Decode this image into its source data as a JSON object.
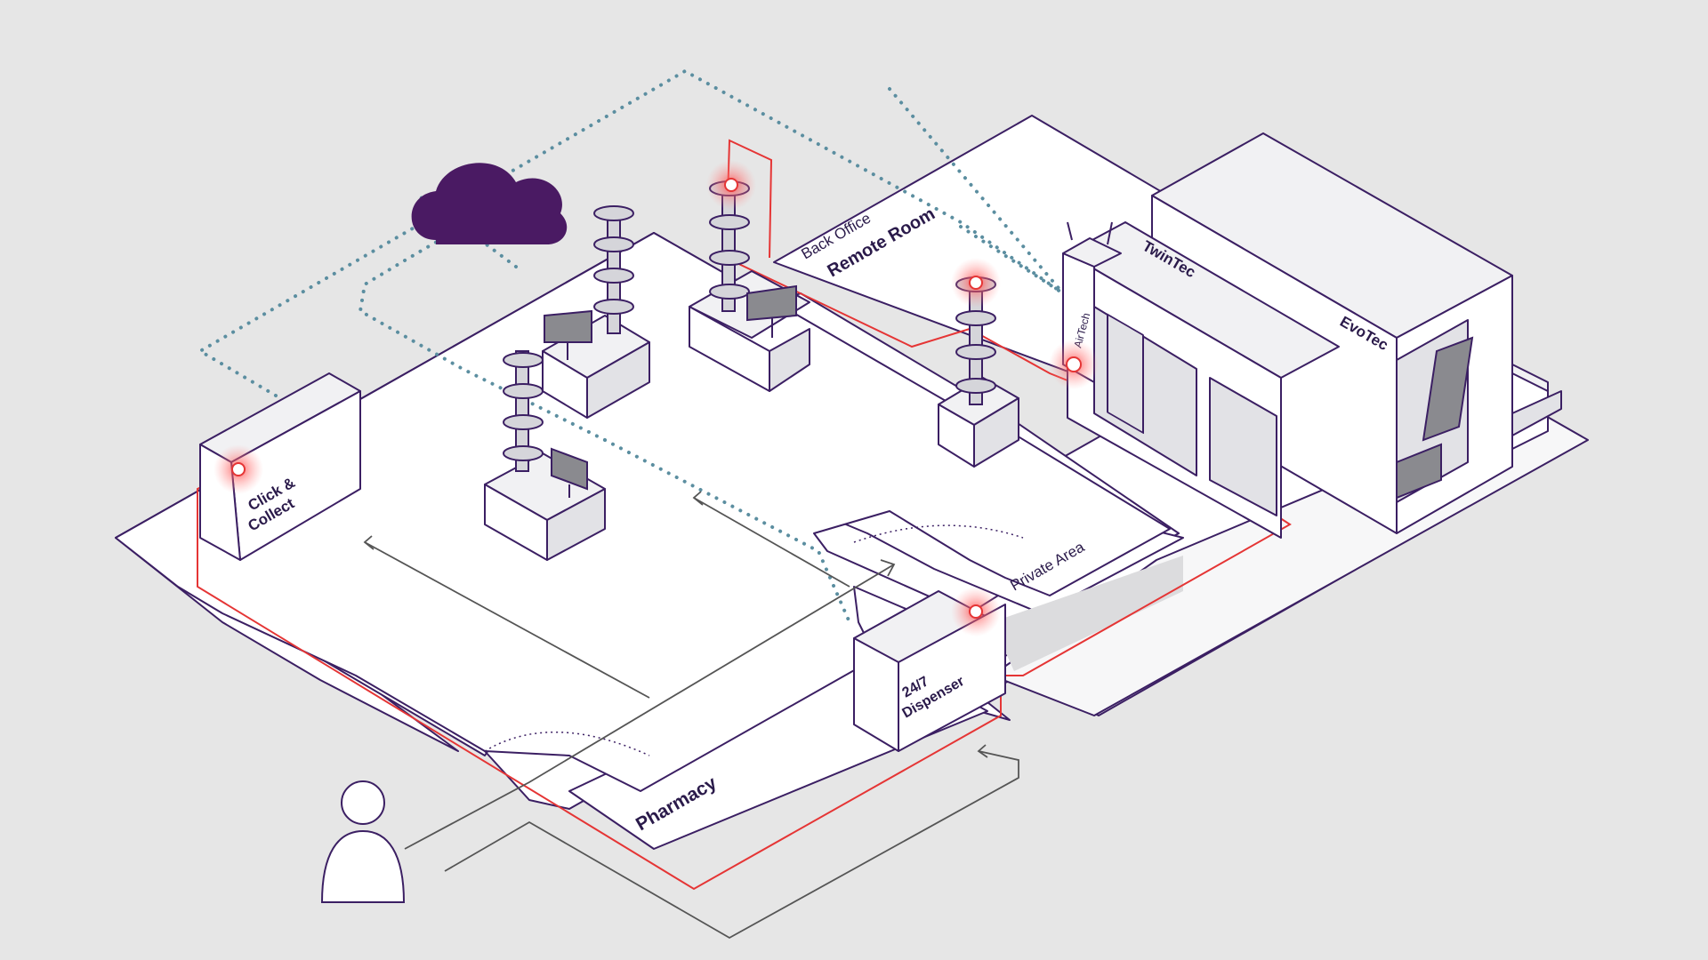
{
  "labels": {
    "click_collect_line1": "Click &",
    "click_collect_line2": "Collect",
    "back_office": "Back Office",
    "remote_room": "Remote Room",
    "twintec": "TwinTec",
    "evotec": "EvoTec",
    "airtech": "AirTech",
    "private_area": "Private Area",
    "dispenser_line1": "24/7",
    "dispenser_line2": "Dispenser",
    "pharmacy": "Pharmacy"
  },
  "colors": {
    "background": "#e6e6e6",
    "outline": "#3b1f63",
    "cloud": "#4a1a63",
    "connection_red": "#e53535",
    "network_dots": "#5b8ea0",
    "hotspot": "#ff4d4d"
  },
  "icons": {
    "cloud": "cloud-icon",
    "person": "person-icon"
  }
}
